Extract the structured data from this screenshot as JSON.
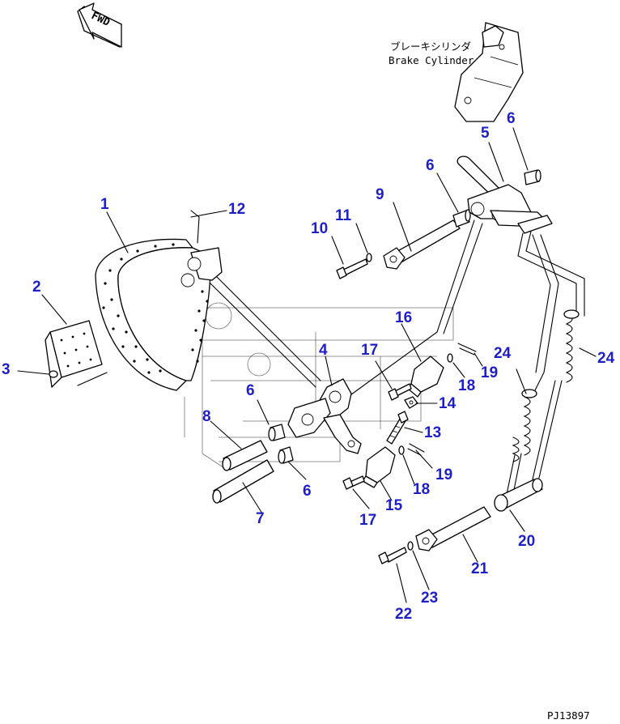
{
  "diagram": {
    "fwd_label": "FWD",
    "caption_jp": "ブレーキシリンダ",
    "caption_en": "Brake Cylinder",
    "figure_code": "PJ13897",
    "label_color": "#1f1fc8",
    "callouts": [
      "1",
      "2",
      "3",
      "4",
      "5",
      "6",
      "6",
      "6",
      "6",
      "7",
      "8",
      "9",
      "10",
      "11",
      "12",
      "13",
      "14",
      "15",
      "16",
      "17",
      "17",
      "18",
      "18",
      "19",
      "19",
      "20",
      "21",
      "22",
      "23",
      "24",
      "24"
    ]
  }
}
